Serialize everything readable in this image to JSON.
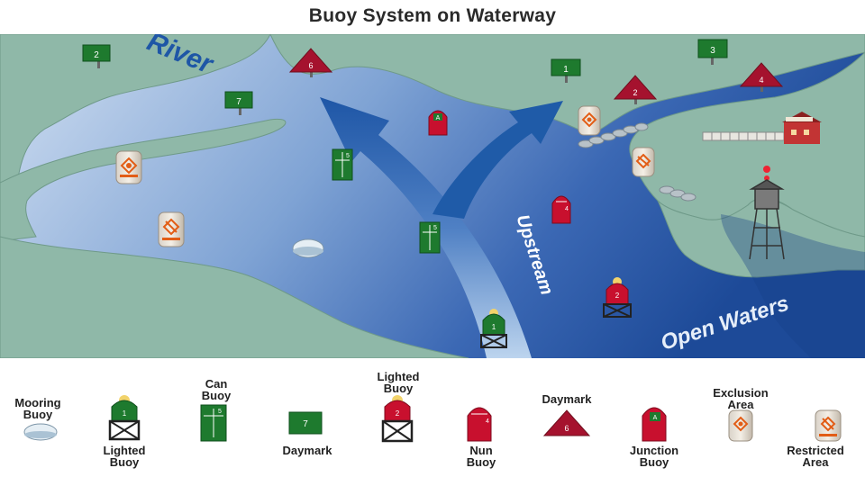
{
  "title": "Buoy System on Waterway",
  "map_labels": {
    "river": "River",
    "upstream": "Upstream",
    "open_waters": "Open Waters"
  },
  "map_markers": {
    "daymark_green_2": "2",
    "daymark_green_7": "7",
    "daymark_green_1": "1",
    "daymark_green_3": "3",
    "daymark_red_6": "6",
    "daymark_red_2": "2",
    "daymark_red_4": "4",
    "can_5_upper": "5",
    "can_5_lower": "5",
    "nun_4": "4",
    "junction_a": "A",
    "lighted_red_2": "2",
    "lighted_green_1": "1"
  },
  "legend": {
    "mooring": "Mooring\nBuoy",
    "lighted_green": "Lighted\nBuoy",
    "can": "Can\nBuoy",
    "daymark_green": "Daymark",
    "lighted_red": "Lighted\nBuoy",
    "nun": "Nun\nBuoy",
    "daymark_red": "Daymark",
    "junction": "Junction\nBuoy",
    "exclusion": "Exclusion\nArea",
    "restricted": "Restricted\nArea",
    "lighted_green_num": "1",
    "can_num": "5",
    "daymark_green_num": "7",
    "lighted_red_num": "2",
    "nun_num": "4",
    "daymark_red_num": "6",
    "junction_letter": "A"
  },
  "colors": {
    "water_light": "#c9daef",
    "water_dark": "#1f4f9c",
    "land": "#8fb8a8",
    "arrow": "#1f5ba8",
    "green_marker": "#1e7a2e",
    "red_marker": "#c8102e",
    "daymark_red": "#a5122e"
  }
}
